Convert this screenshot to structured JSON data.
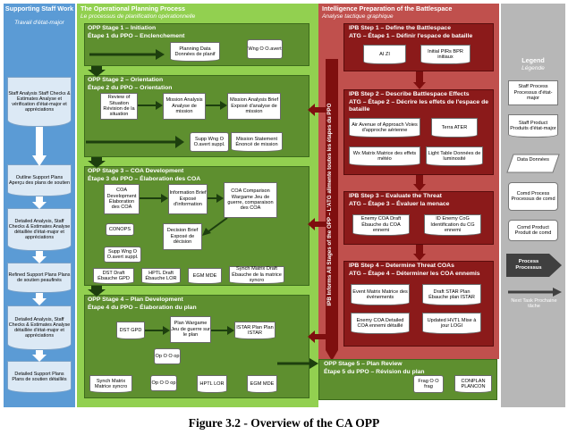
{
  "columns": {
    "support": {
      "title": "Supporting Staff Work",
      "subtitle": "Travail d'état-major"
    },
    "opp": {
      "title": "The Operational Planning Process",
      "subtitle": "Le processus de planification opérationnelle"
    },
    "ipb": {
      "title": "Intelligence Preparation of the Battlespace",
      "subtitle": "Analyse tactique graphique"
    },
    "legend": {
      "title": "Legend",
      "subtitle": "Légende"
    }
  },
  "support_items": [
    "Staff Analysis Staff Checks & Estimates Analyse et vérification d'état-major et appréciations",
    "Outline Support Plans Aperçu des plans de soutien",
    "Detailed Analysis, Staff Checks & Estimates Analyse détaillée d'état-major et appréciations",
    "Refined Support Plans Plans de soutien peaufinés",
    "Detailed Analysis, Staff Checks & Estimates Analyse détaillée d'état-major et appréciations",
    "Detailed Support Plans Plans de soutien détaillés"
  ],
  "opp_stages": [
    {
      "title_en": "OPP Stage 1 – Initiation",
      "title_fr": "Étape 1 du PPO – Enclenchement"
    },
    {
      "title_en": "OPP Stage 2 – Orientation",
      "title_fr": "Étape 2 du PPO – Orientation"
    },
    {
      "title_en": "OPP Stage 3 – COA Development",
      "title_fr": "Étape 3 du PPO – Élaboration des COA"
    },
    {
      "title_en": "OPP Stage 4 – Plan Development",
      "title_fr": "Étape 4 du PPO – Élaboration du plan"
    },
    {
      "title_en": "OPP Stage 5 – Plan Review",
      "title_fr": "Étape 5 du PPO – Révision du plan"
    }
  ],
  "stage1": {
    "planning_data": "Planning Data Données de planif",
    "wng": "Wng O O.avert"
  },
  "stage2": {
    "review": "Review of Situation Révision de la situation",
    "mission_analysis": "Mission Analysis Analyse de mission",
    "brief": "Mission Analysis Brief Exposé d'analyse de mission",
    "supp_wng": "Supp Wng O O.avert suppl.",
    "statement": "Mission Statement Énoncé de mission"
  },
  "stage3": {
    "coa_dev": "COA Development Élaboration des COA",
    "info_brief": "Information Brief Exposé d'information",
    "wargame": "COA Comparison Wargame Jeu de guerre, comparaison des COA",
    "conops": "CONOPS",
    "decision": "Decision Brief Exposé de décision",
    "supp_wng": "Supp Wng O O.avert suppl.",
    "dst": "DST Draft Ébauche GPD",
    "hptl": "HPTL Draft Ébauche LOR",
    "egm": "EGM MDE",
    "synch": "Synch Matrix Draft Ébauche de la matrice syncro"
  },
  "stage4": {
    "dst": "DST GPD",
    "wargame": "Plan Wargame Jeu de guerre sur le plan",
    "istar": "ISTAR Plan Plan ISTAR",
    "opo": "Op O O op",
    "synch": "Synch Matrix Matrice syncro",
    "opo2": "Op O O op",
    "hptl": "HPTL LOR",
    "egm": "EGM MDE"
  },
  "stage5": {
    "frag": "Frag O O frag",
    "conplan": "CONPLAN PLANCON"
  },
  "ipb_vertical": "IPB Informs All Stages of the OPP – L'ATG alimente toutes les étapes du PPO",
  "ipb_steps": [
    {
      "title_en": "IPB Step 1 – Define the Battlespace",
      "title_fr": "ATG – Étape 1 – Définir l'espace de bataille"
    },
    {
      "title_en": "IPB Step 2 – Describe Battlespace Effects",
      "title_fr": "ATG – Étape 2 – Décrire les effets de l'espace de bataille"
    },
    {
      "title_en": "IPB Step 3 – Evaluate the Threat",
      "title_fr": "ATG – Étape 3 – Évaluer la menace"
    },
    {
      "title_en": "IPB Step 4 – Determine Threat COAs",
      "title_fr": "ATG – Étape 4 – Déterminer les COA ennemis"
    }
  ],
  "ipb1": {
    "ai": "AI ZI",
    "pirs": "Initial PIRs BPR initiaux"
  },
  "ipb2": {
    "avenue": "Air Avenue of Approach Voies d'approche aérienne",
    "terra": "Terra ATER",
    "wx": "Wx Matrix Matrice des effets météo",
    "light": "Light Table Données de luminosité"
  },
  "ipb3": {
    "enemy_coa": "Enemy COA Draft Ébauche du COA ennemi",
    "cog": "ID Enemy CoG Identification du CG ennemi"
  },
  "ipb4": {
    "event": "Event Matrix Matrice des événements",
    "istar": "Draft STAR Plan Ébauche plan ISTAR",
    "enemy_detailed": "Enemy COA Detailed COA ennemi détaillé",
    "hvtl": "Updated HVTL Mise à jour LOGI"
  },
  "legend": [
    "Staff Process Processus d'état-major",
    "Staff Product Produits d'état-major",
    "Data Données",
    "Comd Process Processus de comd",
    "Comd Product Produit de comd",
    "Process Processus",
    "Next Task Prochaine tâche"
  ],
  "caption": "Figure 3.2 - Overview of the CA OPP",
  "colors": {
    "support": "#5b9bd5",
    "opp": "#92d050",
    "ipb": "#c0504d",
    "legend": "#b7b7b7"
  }
}
